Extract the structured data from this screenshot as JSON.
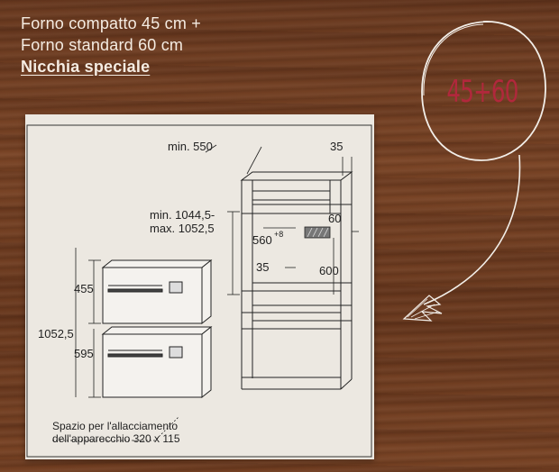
{
  "heading": {
    "line1": "Forno compatto 45 cm +",
    "line2": "Forno standard 60 cm",
    "subtitle": "Nicchia speciale"
  },
  "badge": {
    "text": "45+60"
  },
  "diagram": {
    "min_depth": "min. 550",
    "top_gap": "35",
    "height_range_min": "min. 1044,5-",
    "height_range_max": "max. 1052,5",
    "niche_width": "560",
    "niche_width_tolerance": "+8",
    "vent_height": "60",
    "side_gap": "35",
    "niche_height": "600",
    "compact_height": "455",
    "total_height": "1052,5",
    "standard_height": "595",
    "note_line1": "Spazio per l'allacciamento",
    "note_line2": "dell'apparecchio 320 x 115"
  },
  "colors": {
    "heading": "#f5ece2",
    "badge": "#b1283c",
    "paper": "#ece8e1",
    "wood": "#6b3a1f"
  }
}
